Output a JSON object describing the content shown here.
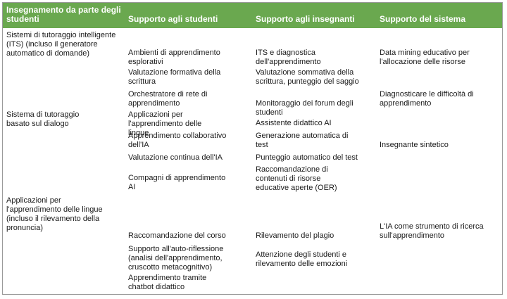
{
  "header": {
    "col1": "Insegnamento da parte degli studenti",
    "col2": "Supporto agli studenti",
    "col3": "Supporto agli insegnanti",
    "col4": "Supporto del sistema"
  },
  "col1": [
    "Sistemi di tutoraggio intelligente (ITS) (incluso il generatore automatico di domande)",
    "Sistema di tutoraggio basato sul dialogo",
    "Applicazioni per l'apprendimento delle lingue (incluso il rilevamento della pronuncia)"
  ],
  "col2": [
    "Ambienti di apprendimento esplorativi",
    "Valutazione formativa della scrittura",
    "Orchestratore di rete di apprendimento",
    "Applicazioni per l'apprendimento delle lingue",
    "Apprendimento collaborativo dell'IA",
    "Valutazione continua dell'IA",
    "Compagni di apprendimento AI",
    "Raccomandazione del corso",
    "Supporto all'auto-riflessione (analisi dell'apprendimento, cruscotto metacognitivo)",
    "Apprendimento tramite chatbot didattico"
  ],
  "col3": [
    "ITS e diagnostica dell'apprendimento",
    "Valutazione sommativa della scrittura, punteggio del saggio",
    "Monitoraggio dei forum degli studenti",
    "Assistente didattico AI",
    "Generazione automatica di test",
    "Punteggio automatico del test",
    "Raccomandazione di contenuti di risorse educative aperte (OER)",
    "Rilevamento del plagio",
    "Attenzione degli studenti e rilevamento delle emozioni"
  ],
  "col4": [
    "Data mining educativo per l'allocazione delle risorse",
    "Diagnosticare le difficoltà di apprendimento",
    "Insegnante sintetico",
    "L'IA come strumento di ricerca sull'apprendimento"
  ]
}
